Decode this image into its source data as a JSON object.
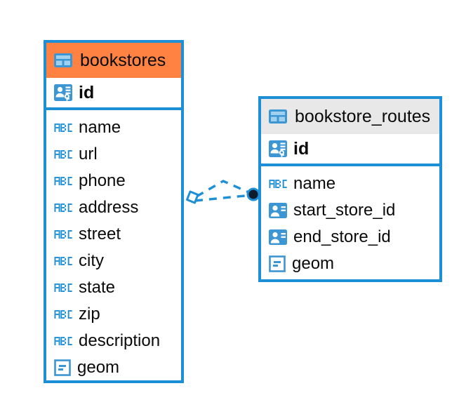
{
  "diagram": {
    "type": "entity-relationship-diagram",
    "colors": {
      "entity_border": "#1c8fd6",
      "header_selected": "#ff8243",
      "header_normal": "#e8e8e8",
      "icon_blue": "#3d96d4",
      "connector": "#1c8fd6",
      "connector_endpoint": "#0d1b2a",
      "text": "#0a0a0a",
      "background": "#ffffff"
    },
    "entities": [
      {
        "id": "bookstores",
        "name": "bookstores",
        "selected": true,
        "header_icon": "table-icon",
        "primary_key": {
          "name": "id",
          "icon": "primary-key-icon"
        },
        "fields": [
          {
            "name": "name",
            "icon": "text-type-icon"
          },
          {
            "name": "url",
            "icon": "text-type-icon"
          },
          {
            "name": "phone",
            "icon": "text-type-icon"
          },
          {
            "name": "address",
            "icon": "text-type-icon"
          },
          {
            "name": "street",
            "icon": "text-type-icon"
          },
          {
            "name": "city",
            "icon": "text-type-icon"
          },
          {
            "name": "state",
            "icon": "text-type-icon"
          },
          {
            "name": "zip",
            "icon": "text-type-icon"
          },
          {
            "name": "description",
            "icon": "text-type-icon"
          },
          {
            "name": "geom",
            "icon": "geometry-type-icon"
          }
        ]
      },
      {
        "id": "bookstore_routes",
        "name": "bookstore_routes",
        "selected": false,
        "header_icon": "table-icon",
        "primary_key": {
          "name": "id",
          "icon": "primary-key-icon"
        },
        "fields": [
          {
            "name": "name",
            "icon": "text-type-icon"
          },
          {
            "name": "start_store_id",
            "icon": "foreign-key-icon"
          },
          {
            "name": "end_store_id",
            "icon": "foreign-key-icon"
          },
          {
            "name": "geom",
            "icon": "geometry-type-icon"
          }
        ]
      }
    ],
    "relationship": {
      "from": "bookstores",
      "to": "bookstore_routes",
      "line_style": "dashed",
      "source_marker": "diamond-marker",
      "target_marker": "circle-marker"
    },
    "icon_glyphs": {
      "text_type_label": "ABC"
    }
  }
}
